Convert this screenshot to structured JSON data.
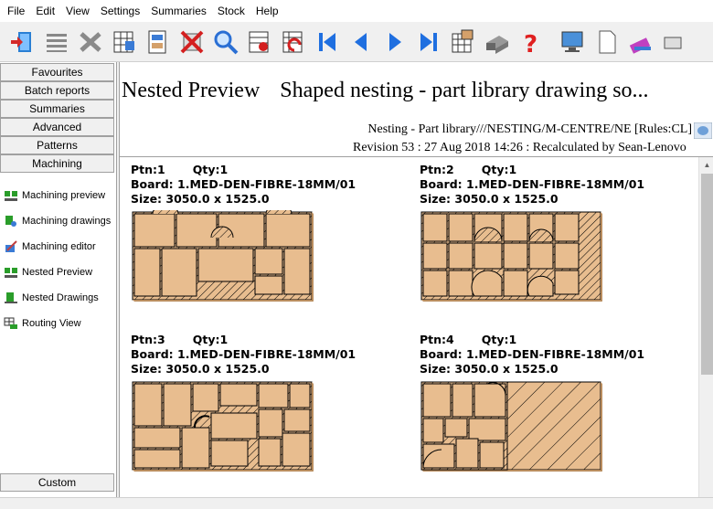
{
  "menu": [
    "File",
    "Edit",
    "View",
    "Settings",
    "Summaries",
    "Stock",
    "Help"
  ],
  "toolbar": [
    {
      "name": "exit-icon"
    },
    {
      "name": "list-icon"
    },
    {
      "name": "delete-icon"
    },
    {
      "name": "grid-edit-icon"
    },
    {
      "name": "nesting-setup-icon"
    },
    {
      "name": "cancel-calc-icon"
    },
    {
      "name": "search-icon"
    },
    {
      "name": "print-preview-icon"
    },
    {
      "name": "export-icon"
    },
    {
      "name": "first-page-icon"
    },
    {
      "name": "prev-page-icon"
    },
    {
      "name": "next-page-icon"
    },
    {
      "name": "last-page-icon"
    },
    {
      "name": "report-icon"
    },
    {
      "name": "printer-icon"
    },
    {
      "name": "help-icon"
    },
    {
      "name": "monitor-icon"
    },
    {
      "name": "blank-page-icon"
    },
    {
      "name": "tools-icon"
    },
    {
      "name": "more-icon"
    }
  ],
  "sidebar": {
    "tabs": [
      "Favourites",
      "Batch reports",
      "Summaries",
      "Advanced",
      "Patterns",
      "Machining"
    ],
    "links": [
      "Machining preview",
      "Machining drawings",
      "Machining editor",
      "Nested Preview",
      "Nested Drawings",
      "Routing View"
    ],
    "custom": "Custom"
  },
  "header": {
    "title": "Nested Preview",
    "subtitle": "Shaped nesting - part library drawing so...",
    "path": "Nesting - Part library///NESTING/M-CENTRE/NE [Rules:CL]",
    "revision": "Revision 53 : 27 Aug 2018 14:26 : Recalculated by Sean-Lenovo"
  },
  "patterns": [
    {
      "ptn": "Ptn:1",
      "qty": "Qty:1",
      "board": "Board:  1.MED-DEN-FIBRE-18MM/01",
      "size": "Size:  3050.0 x 1525.0"
    },
    {
      "ptn": "Ptn:2",
      "qty": "Qty:1",
      "board": "Board:  1.MED-DEN-FIBRE-18MM/01",
      "size": "Size:  3050.0 x 1525.0"
    },
    {
      "ptn": "Ptn:3",
      "qty": "Qty:1",
      "board": "Board:  1.MED-DEN-FIBRE-18MM/01",
      "size": "Size:  3050.0 x 1525.0"
    },
    {
      "ptn": "Ptn:4",
      "qty": "Qty:1",
      "board": "Board:  1.MED-DEN-FIBRE-18MM/01",
      "size": "Size:  3050.0 x 1525.0"
    }
  ],
  "colors": {
    "board": "#e8bd8f",
    "board_edge": "#000000",
    "panel_border": "#a0a0a0"
  }
}
